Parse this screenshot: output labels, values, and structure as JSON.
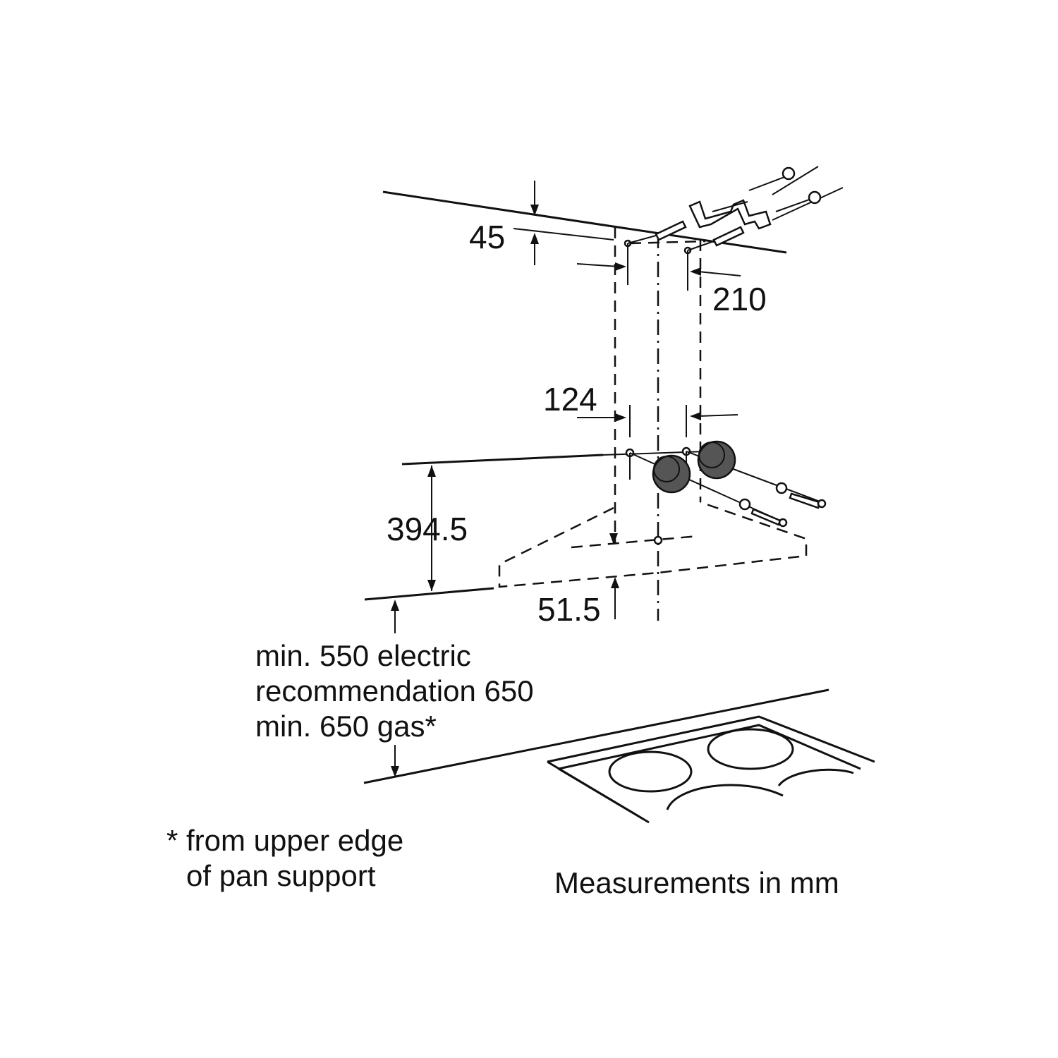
{
  "dimensions": {
    "d45": "45",
    "d210": "210",
    "d124": "124",
    "d394_5": "394.5",
    "d51_5": "51.5"
  },
  "clearance_note": {
    "line1": "min. 550 electric",
    "line2": "recommendation 650",
    "line3": "min. 650 gas*"
  },
  "footnote": {
    "line1": "* from upper edge",
    "line2": "of pan support"
  },
  "units_caption": "Measurements in mm"
}
